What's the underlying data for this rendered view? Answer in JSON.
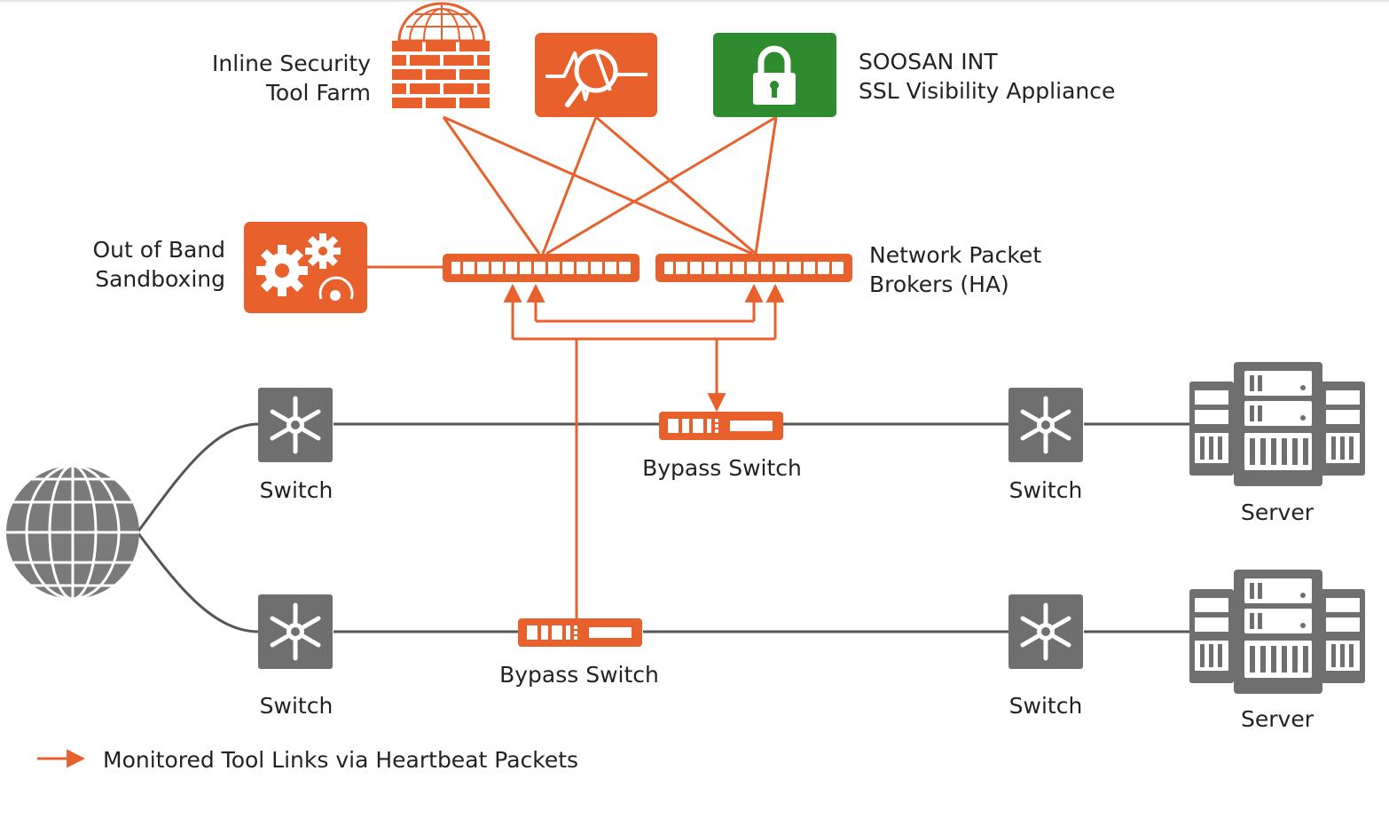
{
  "colors": {
    "accent": "#e8602c",
    "security_green": "#2e8b2e",
    "device_gray": "#6f6f6f",
    "link_gray": "#555555",
    "text": "#222222"
  },
  "labels": {
    "inline_security_line1": "Inline Security",
    "inline_security_line2": "Tool Farm",
    "ssl_line1": "SOOSAN INT",
    "ssl_line2": "SSL Visibility Appliance",
    "sandbox_line1": "Out of Band",
    "sandbox_line2": "Sandboxing",
    "npb_line1": "Network Packet",
    "npb_line2": "Brokers (HA)",
    "bypass_top": "Bypass Switch",
    "bypass_bottom": "Bypass Switch",
    "switch_top_left": "Switch",
    "switch_top_right": "Switch",
    "switch_bottom_left": "Switch",
    "switch_bottom_right": "Switch",
    "server_top": "Server",
    "server_bottom": "Server"
  },
  "legend": {
    "text": "Monitored Tool Links via Heartbeat Packets"
  },
  "icons": {
    "firewall": "firewall-icon",
    "ips": "ips-analyzer-icon",
    "ssl": "lock-icon",
    "sandbox": "gears-icon",
    "globe": "globe-icon",
    "switch": "network-switch-icon",
    "server": "server-rack-icon",
    "bypass": "bypass-switch-icon",
    "npb": "packet-broker-icon"
  }
}
